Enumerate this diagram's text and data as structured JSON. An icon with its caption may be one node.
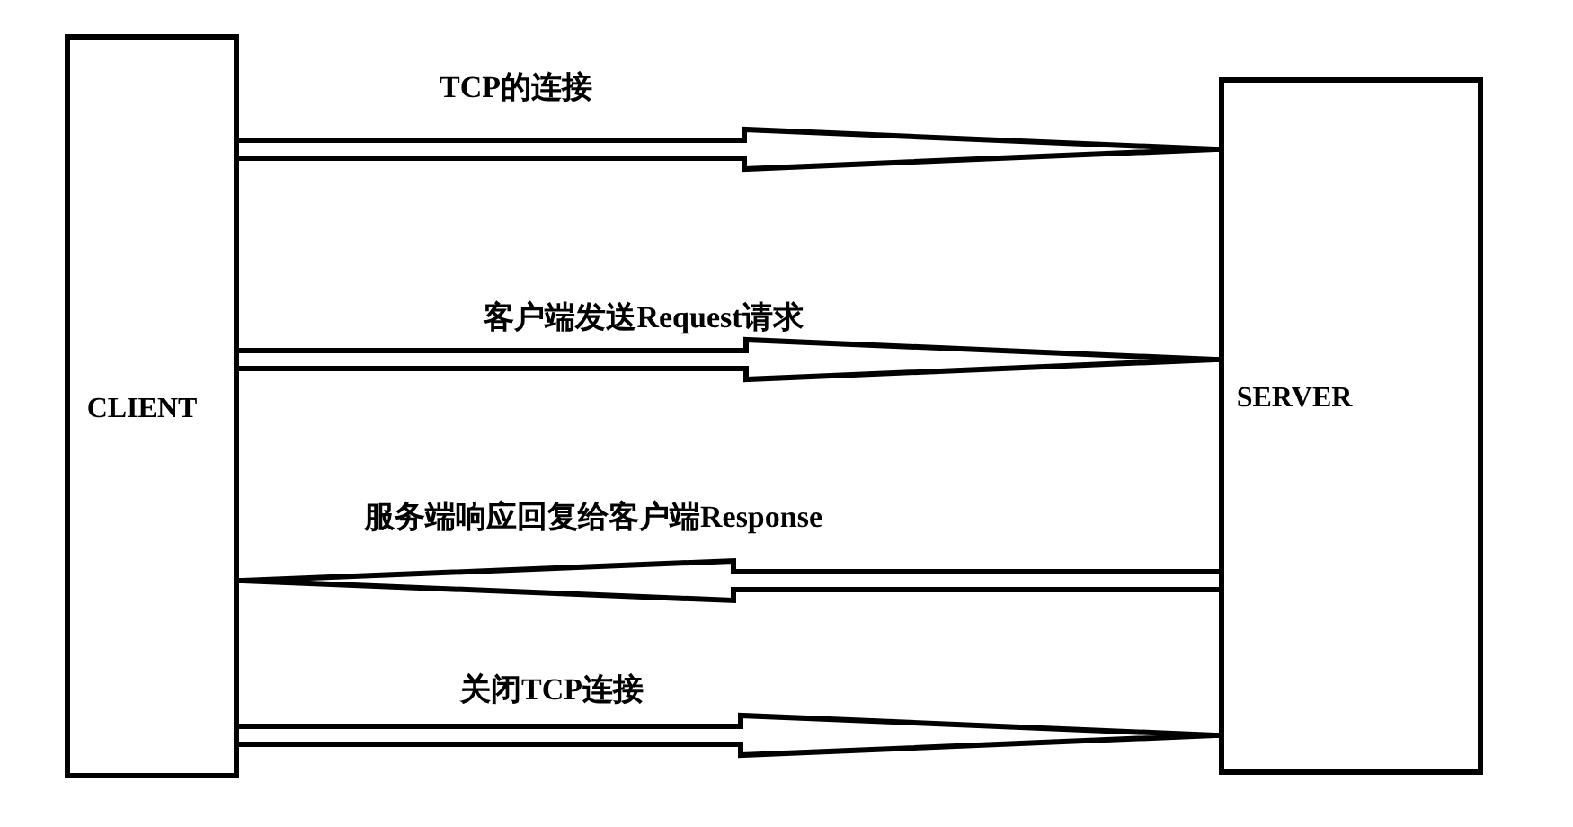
{
  "diagram": {
    "nodes": [
      {
        "text": [
          "CLIENT"
        ]
      },
      {
        "text": [
          "SERVER"
        ]
      }
    ],
    "edges": [
      {
        "from": 0,
        "to": 1,
        "arrow": "to",
        "label": "TCP的连接"
      },
      {
        "from": 0,
        "to": 1,
        "arrow": "to",
        "label": "客户端发送Request请求"
      },
      {
        "from": 1,
        "to": 0,
        "arrow": "to",
        "label": "服务端响应回复给客户端Response"
      },
      {
        "from": 0,
        "to": 1,
        "arrow": "to",
        "label": "关闭TCP连接"
      }
    ]
  }
}
